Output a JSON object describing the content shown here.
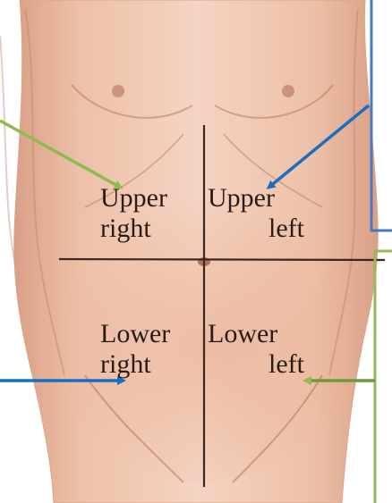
{
  "regions": {
    "upper_right": {
      "line1": "Upper",
      "line2": "right"
    },
    "upper_left": {
      "line1": "Upper",
      "line2": "left"
    },
    "lower_right": {
      "line1": "Lower",
      "line2": "right"
    },
    "lower_left": {
      "line1": "Lower",
      "line2": "left"
    }
  },
  "colors": {
    "skin_light": "#f3d2bf",
    "skin_mid": "#e8b49a",
    "skin_shadow": "#c98e74",
    "body_line": "#5a3428",
    "divider_line": "#3d2620",
    "blue_box_border": "#4a78c2",
    "green_box_border": "#9ab65a",
    "blue_arrow": "#1a6ec0",
    "green_arrow": "#8cbc4a",
    "label_text": "#2a1c16"
  },
  "icons": {
    "pointer_upper_right": "green-arrow-icon",
    "pointer_upper_left": "blue-arrow-icon",
    "pointer_lower_right": "blue-arrow-icon",
    "pointer_lower_left": "green-arrow-icon"
  }
}
